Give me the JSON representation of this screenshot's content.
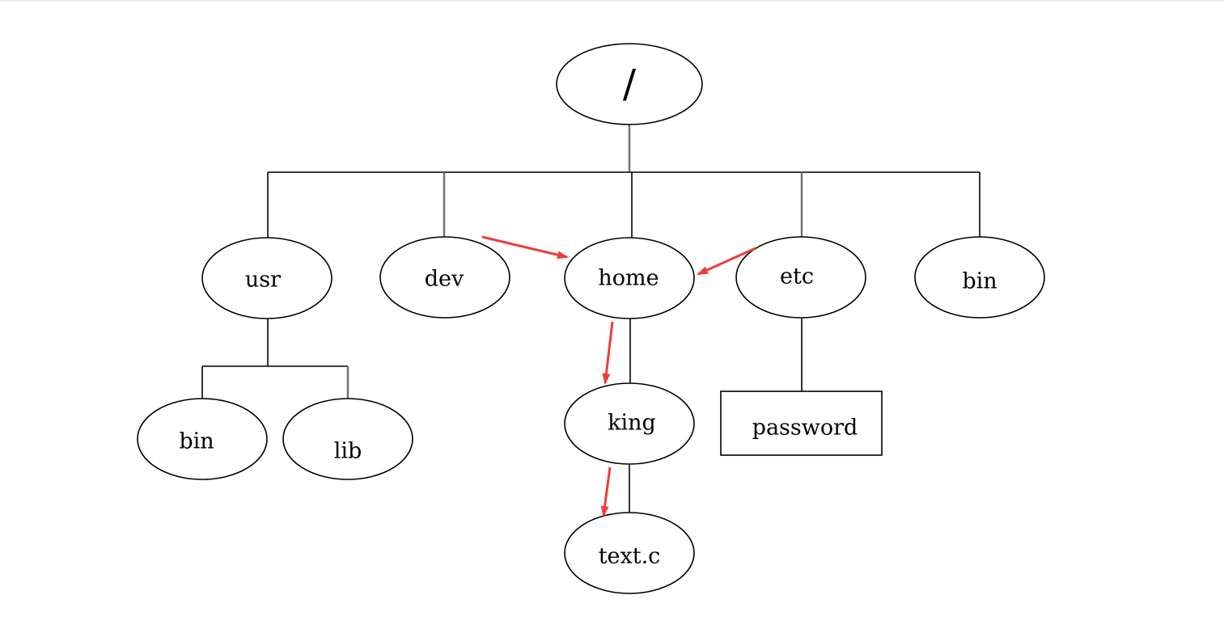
{
  "diagram": {
    "nodes": {
      "root": "/",
      "usr": "usr",
      "dev": "dev",
      "home": "home",
      "etc": "etc",
      "bin_top": "bin",
      "usr_bin": "bin",
      "usr_lib": "lib",
      "king": "king",
      "password": "password",
      "text_c": "text.c"
    }
  },
  "colors": {
    "arrow": "#f03c3c",
    "line": "#000000",
    "background": "#ffffff"
  }
}
